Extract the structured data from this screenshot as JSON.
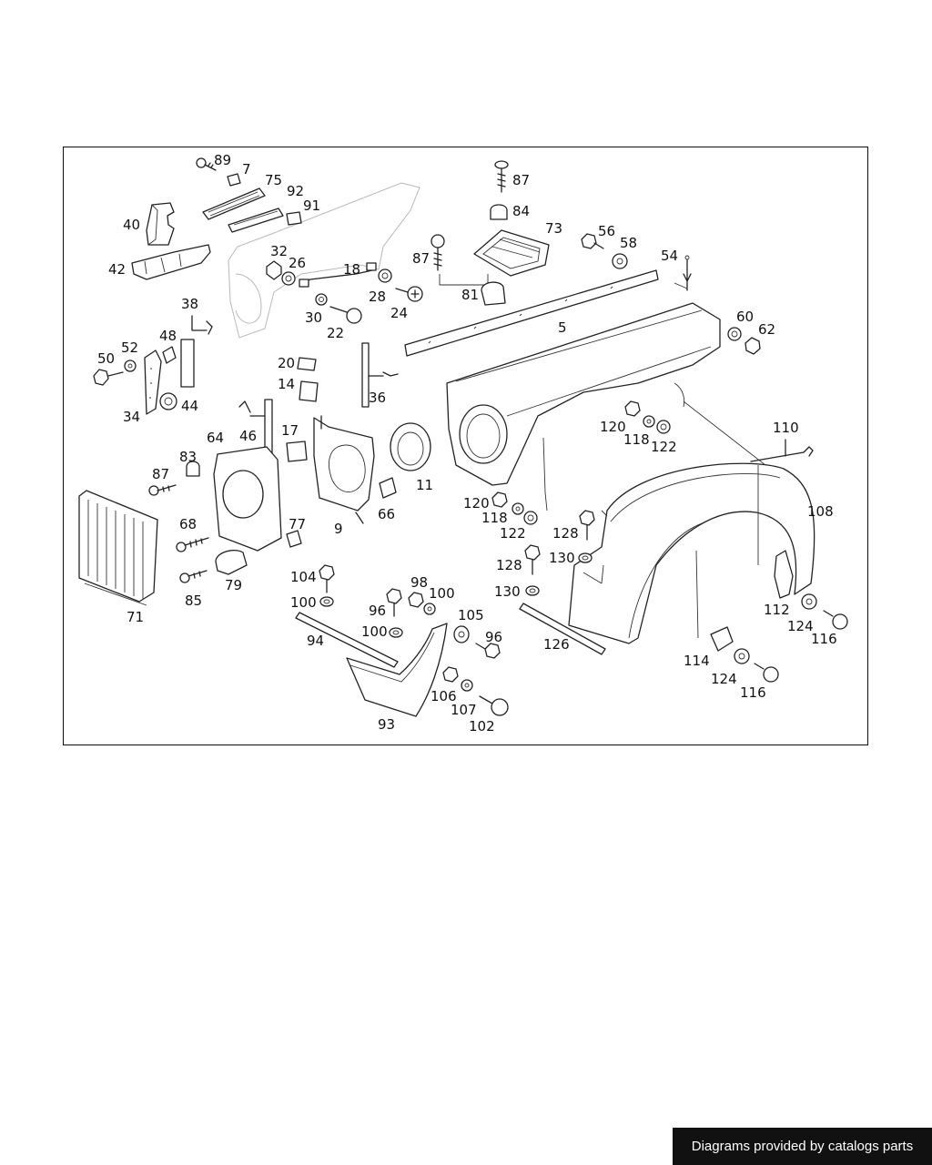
{
  "diagram": {
    "labels": [
      "89",
      "7",
      "75",
      "92",
      "91",
      "40",
      "42",
      "32",
      "26",
      "18",
      "28",
      "24",
      "30",
      "22",
      "87",
      "84",
      "73",
      "56",
      "58",
      "54",
      "87",
      "81",
      "5",
      "60",
      "62",
      "38",
      "48",
      "50",
      "52",
      "34",
      "44",
      "20",
      "14",
      "36",
      "46",
      "64",
      "17",
      "9",
      "11",
      "66",
      "83",
      "87",
      "68",
      "77",
      "79",
      "85",
      "71",
      "120",
      "118",
      "122",
      "110",
      "108",
      "120",
      "118",
      "122",
      "128",
      "128",
      "130",
      "130",
      "104",
      "100",
      "96",
      "98",
      "100",
      "100",
      "105",
      "96",
      "94",
      "93",
      "106",
      "107",
      "102",
      "126",
      "112",
      "124",
      "116",
      "114",
      "124",
      "116"
    ]
  },
  "footer": {
    "credit": "Diagrams provided by catalogs parts"
  }
}
